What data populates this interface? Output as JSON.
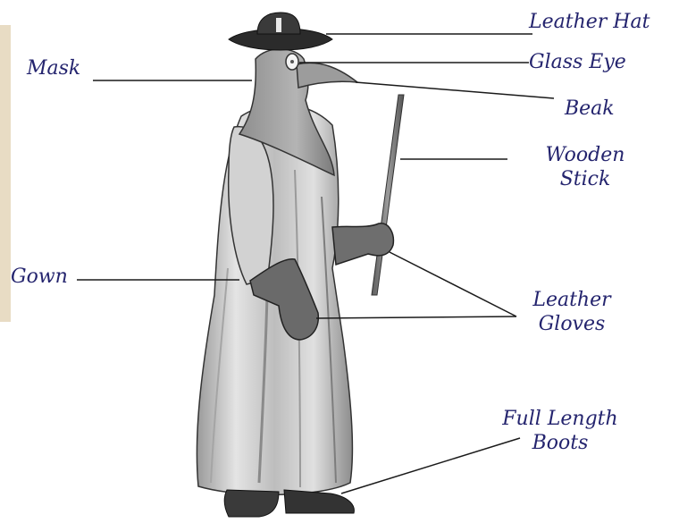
{
  "labels": {
    "leather_hat": "Leather Hat",
    "mask": "Mask",
    "glass_eye": "Glass Eye",
    "beak": "Beak",
    "wooden_stick_1": "Wooden",
    "wooden_stick_2": "Stick",
    "gown": "Gown",
    "leather_gloves_1": "Leather",
    "leather_gloves_2": "Gloves",
    "boots_1": "Full Length",
    "boots_2": "Boots"
  },
  "colors": {
    "label_text": "#24246e",
    "leader_line": "#1a1a1a",
    "background": "#ffffff",
    "side_stripe": "#e8dcc4"
  }
}
